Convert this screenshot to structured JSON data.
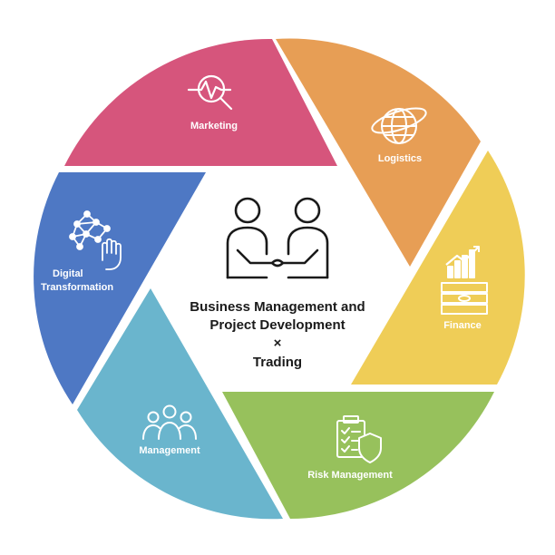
{
  "segments": [
    {
      "key": "marketing",
      "label": "Marketing",
      "color": "#d6557c",
      "icon": "magnifier-pulse-icon"
    },
    {
      "key": "logistics",
      "label": "Logistics",
      "color": "#e79e55",
      "icon": "globe-orbit-icon"
    },
    {
      "key": "finance",
      "label": "Finance",
      "color": "#efcd57",
      "icon": "money-chart-icon"
    },
    {
      "key": "risk",
      "label": "Risk Management",
      "color": "#97c15c",
      "icon": "clipboard-shield-icon"
    },
    {
      "key": "management",
      "label": "Management",
      "color": "#6ab5cd",
      "icon": "team-icon"
    },
    {
      "key": "digital",
      "label_lines": [
        "Digital",
        "Transformation"
      ],
      "color": "#4e78c4",
      "icon": "network-hand-icon"
    }
  ],
  "center": {
    "icon": "handshake-people-icon",
    "lines": [
      "Business Management and",
      "Project Development",
      "×",
      "Trading"
    ]
  }
}
